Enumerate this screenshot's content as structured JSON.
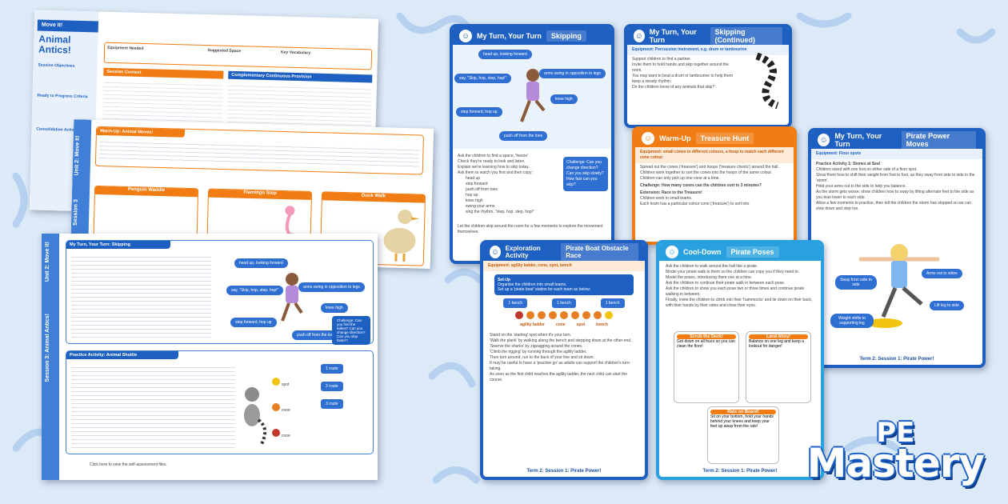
{
  "brand": {
    "pe": "PE",
    "mastery": "Mastery"
  },
  "sheet1": {
    "section": "Move It!",
    "title": "Animal Antics!",
    "top_labels": [
      "Equipment Needed",
      "Suggested Space",
      "Key Vocabulary"
    ],
    "session_context": "Session Context",
    "complementary": "Complementary Continuous Provision",
    "side_headings": [
      "Session Objectives",
      "Ready to Progress Criteria",
      "Consolidation Activities"
    ]
  },
  "sheet2": {
    "bar": "Warm-Up: Animal Moves!",
    "side_tab": "Unit 2: Move It!",
    "session_tab": "Session 3",
    "cards": [
      "Penguin Waddle",
      "Flamingo Step",
      "Duck Walk"
    ]
  },
  "sheet3": {
    "side_tab": "Unit 2: Move It!",
    "session_tab": "Session 3: Animal Antics!",
    "section1": "My Turn, Your Turn: Skipping",
    "section2": "Practice Activity: Animal Shuttle",
    "bubbles": [
      "head up, looking forward",
      "say, \"Skip, hop, step, hop!\"",
      "arms swing in opposition to legs",
      "knee high",
      "step forward, hop up",
      "push off from the toes"
    ],
    "challenge": "Challenge: Can you find the tallest? Can you change direction? Can you skip faster?",
    "route_labels": [
      "1 route",
      "2 route",
      "3 route"
    ],
    "items": [
      "spot",
      "cone",
      "cone"
    ],
    "footer_link": "Click here to view the self-assessment files."
  },
  "sheet4": {
    "hdr": "My Turn, Your Turn",
    "tag": "Skipping",
    "bubbles": [
      "head up, looking forward",
      "say, \"Skip, hop, step, hop!\"",
      "arms swing in opposition to legs",
      "knee high",
      "step forward, hop up",
      "push off from the toes"
    ],
    "list": [
      "Ask the children to find a space, 'freeze'",
      "Check they're ready to look and listen.",
      "Explain we're learning how to skip today.",
      "Ask them to watch you first and then copy:",
      "head up",
      "step forward",
      "push off from toes",
      "hop up",
      "knee high",
      "swing your arms",
      "sing the rhythm, \"step, hop, step, hop!\"",
      "Let the children skip around the room for a few moments to explore the movement themselves."
    ],
    "challenge": "Challenge: Can you change direction? Can you skip slowly? How fast can you skip?"
  },
  "sheet5": {
    "hdr": "My Turn, Your Turn",
    "tag": "Skipping (Continued)",
    "equipment": "Equipment: Percussion instrument, e.g. drum or tambourine",
    "list": [
      "Support children to find a partner.",
      "Invite them to hold hands and skip together around the room.",
      "You may want to beat a drum or tambourine to help them keep a steady rhythm.",
      "Do the children know of any animals that skip?"
    ]
  },
  "sheet6": {
    "hdr": "Warm-Up",
    "tag": "Treasure Hunt",
    "equipment": "Equipment: small cones in different colours, a hoop to match each different cone colour",
    "list": [
      "Spread out the cones ('treasure') and hoops ('treasure chests') around the hall.",
      "Children work together to sort the cones into the hoops of the same colour.",
      "Children can only pick up one cone at a time."
    ],
    "challenge": "Challenge: How many cones can the children sort in 3 minutes?",
    "extension": "Extension: Race to the Treasure!",
    "ext_list": [
      "Children work in small teams.",
      "Each team has a particular colour cone ('treasure') to sort into"
    ]
  },
  "sheet7": {
    "hdr": "My Turn, Your Turn",
    "tag": "Pirate Power Moves",
    "equipment": "Equipment: Floor spots",
    "activity": "Practice Activity 1: Stones at Sea!",
    "list": [
      "Children stand with one foot on either side of a floor spot.",
      "Show them how to shift their weight from foot to foot, as they sway from side to side in the 'storm'.",
      "Hold your arms out to the side to help you balance.",
      "As the storm gets worse, show children how to sway by lifting alternate feet to the side as you lean lower to each side.",
      "Allow a few moments to practise, then tell the children the storm has stopped so we can slow down and step too."
    ],
    "bubbles": [
      "Sway from side to side",
      "Arms out to sides",
      "Lift leg to side",
      "Weight shifts to supporting leg"
    ],
    "footer": "Term 2: Session 1: Pirate Power!"
  },
  "sheet8": {
    "hdr": "Exploration Activity",
    "tag": "Pirate Boat Obstacle Race",
    "equipment": "Equipment: agility ladder, cone, spot, bench",
    "setup_title": "Set-Up",
    "setup": [
      "Organise the children into small teams.",
      "Set up a 'pirate boat' station for each team as below:"
    ],
    "station_labels": [
      "1 bench",
      "1 bench",
      "1 bench"
    ],
    "legend": [
      "agility ladder",
      "cone",
      "spot",
      "bench"
    ],
    "list": [
      "Stand on the 'starting' spot when it's your turn.",
      "'Walk the plank' by walking along the bench and stepping down at the other end.",
      "'Swerve the sharks' by zigzagging around the cones.",
      "'Climb the rigging' by running through the agility ladder.",
      "Then turn around, run to the back of your line and sit down.",
      "It may be useful to have a 'practise go' as adults can support the children's turn-taking.",
      "As soon as the first child reaches the agility ladder, the next child can start the course."
    ],
    "footer": "Term 2: Session 1: Pirate Power!"
  },
  "sheet9": {
    "hdr": "Cool-Down",
    "tag": "Pirate Poses",
    "list": [
      "Ask the children to walk around the hall like a pirate.",
      "Model your pirate walk to them so the children can copy you if they need to.",
      "Model the poses, introducing them one at a time.",
      "Ask the children to continue their pirate walk in between each pose.",
      "Ask the children to show you each pose two or three times and continue pirate walking in between.",
      "Finally, invite the children to climb into their 'hammocks' and lie down on their back, with their hands by their sides and close their eyes."
    ],
    "poses": [
      "Scrub the Deck!",
      "Land Ahoy!",
      "Rats on Board!"
    ],
    "pose_text": [
      "Get down on all fours so you can clean the floor!",
      "Balance on one leg and keep a lookout for danger!",
      "Sit on your bottom, hold your hands behind your knees and keep your feet up away from the rats!"
    ],
    "footer": "Term 2: Session 1: Pirate Power!"
  }
}
